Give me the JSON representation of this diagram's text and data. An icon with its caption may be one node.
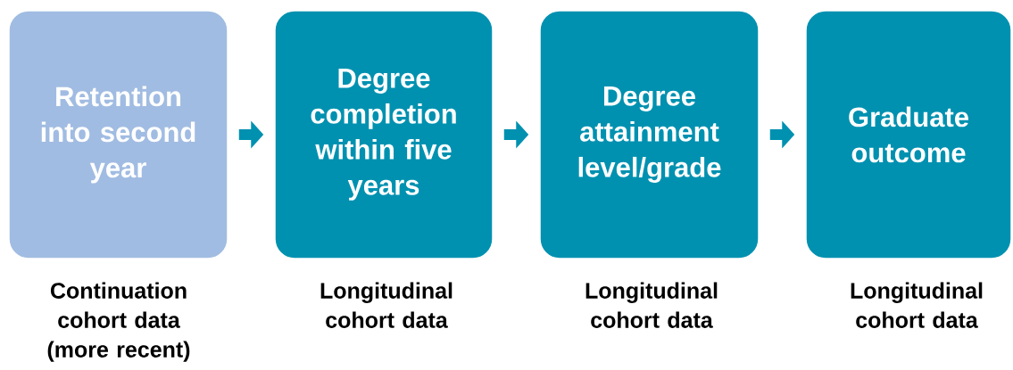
{
  "diagram": {
    "nodes": [
      {
        "text": [
          "Retention into second year"
        ],
        "beside": [
          "Continuation cohort data (more recent)"
        ]
      },
      {
        "text": [
          "Degree completion within five years"
        ],
        "beside": [
          "Longitudinal cohort data"
        ]
      },
      {
        "text": [
          "Degree attainment level/grade"
        ],
        "beside": [
          "Longitudinal cohort data"
        ]
      },
      {
        "text": [
          "Graduate outcome"
        ],
        "beside": [
          "Longitudinal cohort data"
        ]
      }
    ],
    "edges": [
      {
        "from": 0,
        "to": 1,
        "arrow": "to"
      },
      {
        "from": 1,
        "to": 2,
        "arrow": "to"
      },
      {
        "from": 2,
        "to": 3,
        "arrow": "to"
      }
    ]
  }
}
